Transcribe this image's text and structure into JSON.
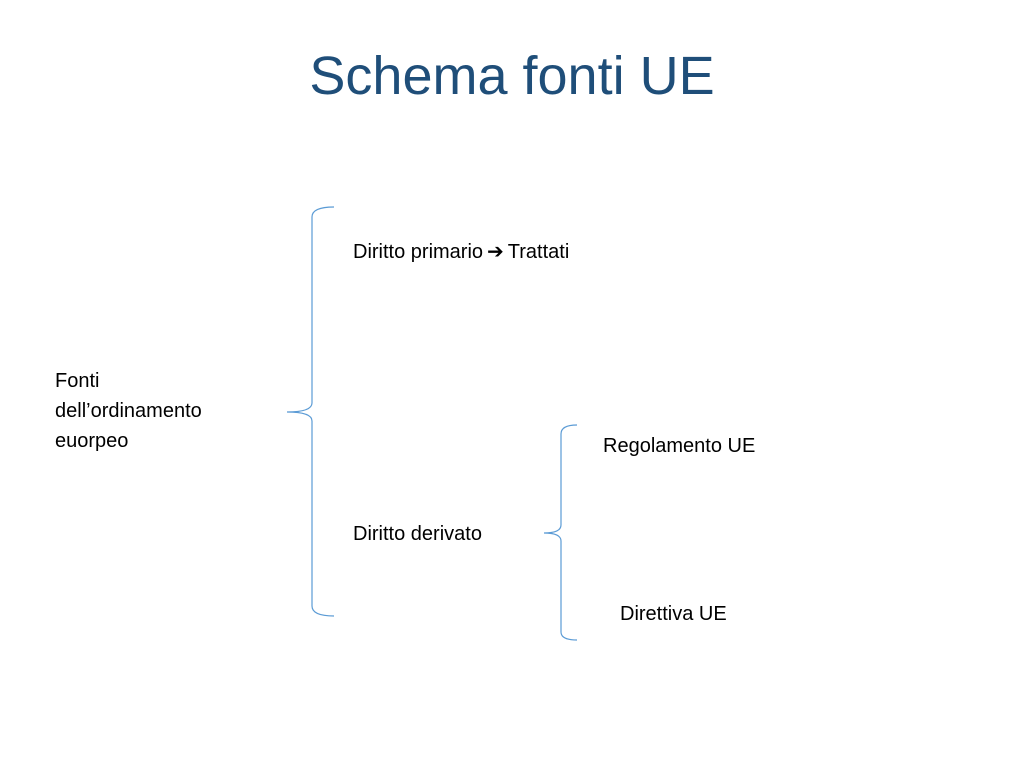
{
  "slide": {
    "title": "Schema fonti UE",
    "root": {
      "lines": [
        "Fonti",
        "dell’ordinamento",
        "euorpeo"
      ]
    },
    "primary": {
      "label": "Diritto primario",
      "arrow_icon": "right-arrow-icon",
      "arrow_glyph": "➔",
      "target": "Trattati"
    },
    "derived": {
      "label": "Diritto derivato"
    },
    "derived_children": {
      "regolamento": "Regolamento UE",
      "direttiva": "Direttiva UE"
    },
    "colors": {
      "title": "#1f4e79",
      "brace": "#5b9bd5",
      "text": "#000000"
    }
  }
}
